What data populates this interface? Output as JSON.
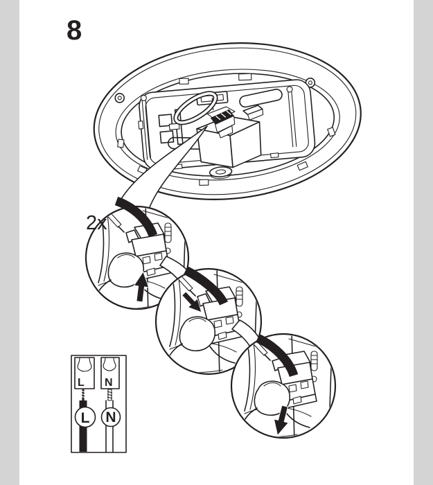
{
  "page": {
    "background_color": "#ffffff",
    "margin_color": "#d4d4d4",
    "line_color": "#231f20",
    "kind": "assembly-instruction-step"
  },
  "step": {
    "number": "8"
  },
  "main_illustration": {
    "description": "underside of oval ceiling lamp base showing wiring compartment with junction box, cable loop, terminal connector, mounting bracket and clips"
  },
  "callout_sequence": {
    "quantity_label": "2x",
    "steps": [
      {
        "index": 1,
        "action": "open-terminal-lever",
        "arrow_direction": "up"
      },
      {
        "index": 2,
        "action": "insert-stripped-wire",
        "arrow_direction": "down-right"
      },
      {
        "index": 3,
        "action": "press-terminal-lever-closed",
        "arrow_direction": "down"
      }
    ]
  },
  "wiring_legend": {
    "terminals": [
      {
        "label": "L"
      },
      {
        "label": "N"
      }
    ],
    "wires": [
      {
        "label": "L",
        "color": "black"
      },
      {
        "label": "N",
        "color": "white"
      }
    ]
  }
}
